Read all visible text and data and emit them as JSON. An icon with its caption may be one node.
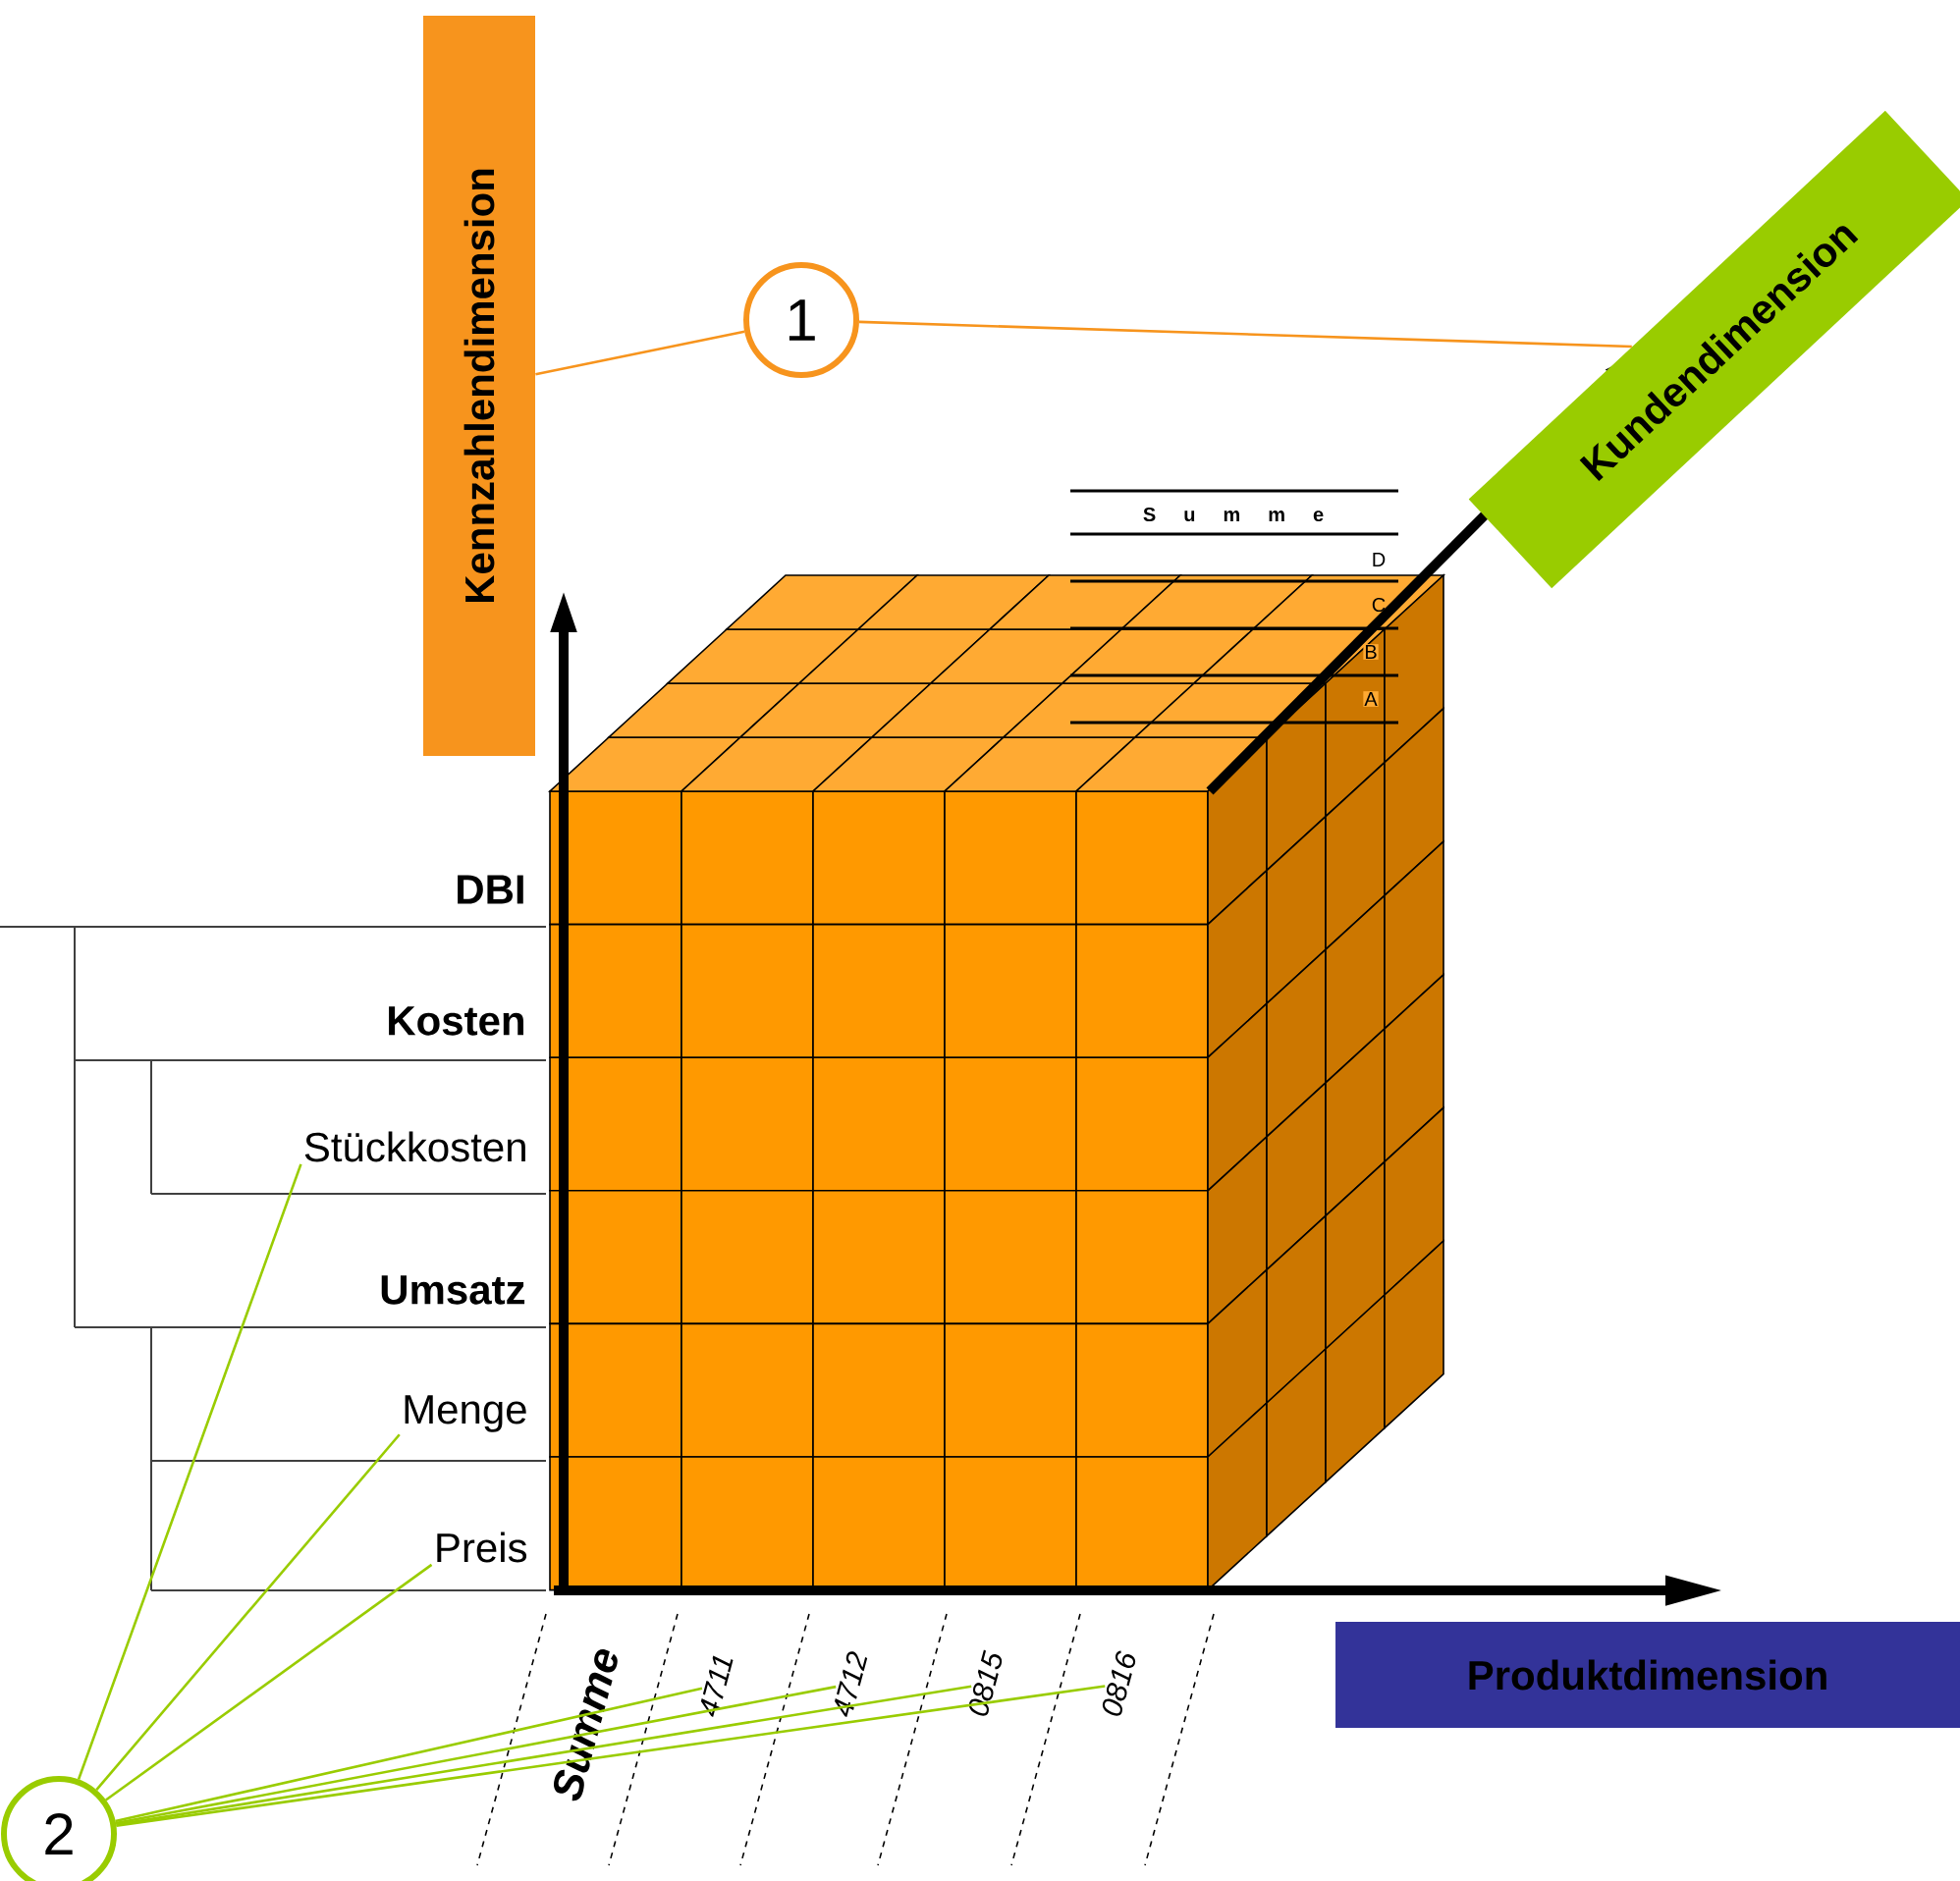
{
  "diagram": {
    "nodes": [
      {
        "text": [
          "Kennzahlendimension"
        ]
      },
      {
        "text": [
          "1"
        ]
      },
      {
        "text": [
          "Kundendimension"
        ]
      },
      {
        "text": [
          "Stückkosten"
        ]
      },
      {
        "text": [
          "Menge"
        ]
      },
      {
        "text": [
          "Preis"
        ]
      },
      {
        "text": [
          "Produktdimension"
        ]
      },
      {
        "text": [
          "4711"
        ]
      },
      {
        "text": [
          "4712"
        ]
      },
      {
        "text": [
          "0815"
        ]
      },
      {
        "text": [
          "0816"
        ]
      },
      {
        "text": [
          "2"
        ]
      }
    ],
    "edges": [
      {
        "from": 1,
        "to": 0,
        "arrow": "none",
        "color": "#f7941d"
      },
      {
        "from": 1,
        "to": 2,
        "arrow": "none",
        "color": "#f7941d"
      },
      {
        "from": 11,
        "to": 3,
        "arrow": "none"
      },
      {
        "from": 11,
        "to": 4,
        "arrow": "none"
      },
      {
        "from": 11,
        "to": 5,
        "arrow": "none"
      },
      {
        "from": 11,
        "to": 7,
        "arrow": "none"
      },
      {
        "from": 11,
        "to": 8,
        "arrow": "none"
      },
      {
        "from": 11,
        "to": 9,
        "arrow": "none"
      },
      {
        "from": 11,
        "to": 10,
        "arrow": "none"
      }
    ],
    "labels": [
      "S u m m e",
      "D",
      "C",
      "B",
      "A",
      "DBI",
      "Kosten",
      "Umsatz",
      "Summe"
    ]
  }
}
